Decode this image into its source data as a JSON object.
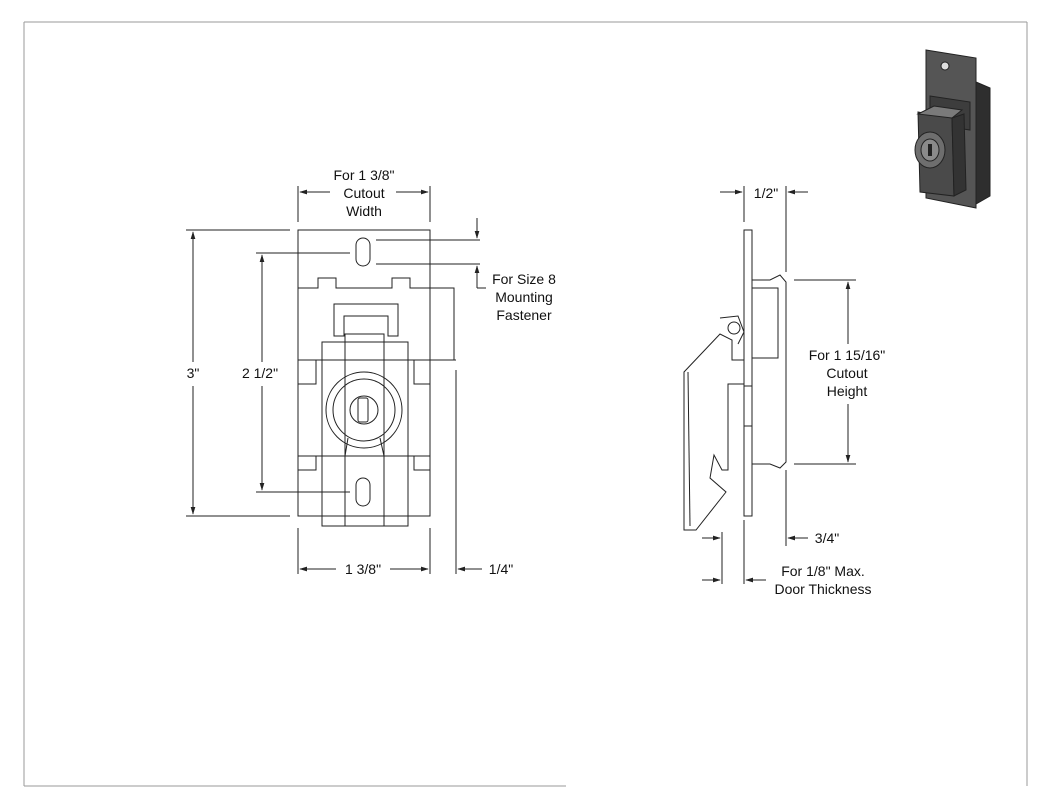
{
  "colors": {
    "line": "#222222",
    "border": "#9a9a9a",
    "metal_dark": "#3a3a3a",
    "metal_mid": "#6e6e6e"
  },
  "front_view": {
    "cutout_width": {
      "line1": "For 1 3/8\"",
      "line2": "Cutout",
      "line3": "Width"
    },
    "fastener": {
      "line1": "For Size 8",
      "line2": "Mounting",
      "line3": "Fastener"
    },
    "overall_height": "3\"",
    "hole_spacing": "2 1/2\"",
    "body_width": "1 3/8\"",
    "side_offset": "1/4\""
  },
  "side_view": {
    "top_depth": "1/2\"",
    "cutout_height": {
      "line1": "For 1 15/16\"",
      "line2": "Cutout",
      "line3": "Height"
    },
    "bottom_depth": "3/4\"",
    "door_thickness": {
      "line1": "For 1/8\" Max.",
      "line2": "Door Thickness"
    }
  },
  "thumbnail": {
    "icon": "lock-thumbnail-icon"
  }
}
